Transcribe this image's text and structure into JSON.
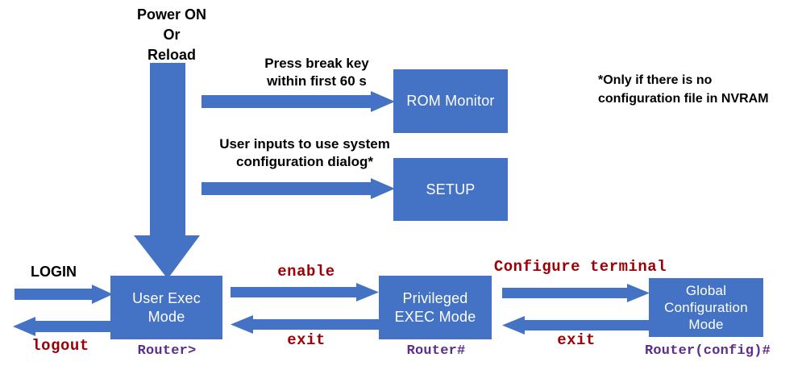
{
  "diagram": {
    "title": "Cisco Router CLI Modes Flow Diagram",
    "colors": {
      "process_blue": "#4472C4",
      "command_red": "#9C0006",
      "prompt_purple": "#5B2D8E",
      "annotation_black": "#000000",
      "background": "#FFFFFF"
    },
    "boxes": [
      {
        "id": "rom-monitor",
        "label": "ROM Monitor"
      },
      {
        "id": "setup",
        "label": "SETUP"
      },
      {
        "id": "user-exec-mode",
        "label": "User Exec\nMode"
      },
      {
        "id": "privileged-exec-mode",
        "label": "Privileged\nEXEC Mode"
      },
      {
        "id": "global-config-mode",
        "label": "Global\nConfiguration\nMode"
      }
    ],
    "annotations": [
      {
        "id": "power-on-or-reload",
        "text": "Power ON\nOr\nReload"
      },
      {
        "id": "press-break-key",
        "text": "Press break key\nwithin first 60 s"
      },
      {
        "id": "user-inputs",
        "text": "User inputs to use system\nconfiguration dialog*"
      },
      {
        "id": "nvram-note",
        "text": "*Only if there is no\nconfiguration file in NVRAM"
      },
      {
        "id": "login",
        "text": "LOGIN"
      }
    ],
    "commands": [
      {
        "id": "enable",
        "text": "enable"
      },
      {
        "id": "exit-to-user-exec",
        "text": "exit"
      },
      {
        "id": "configure-terminal",
        "text": "Configure terminal"
      },
      {
        "id": "exit-to-privileged",
        "text": "exit"
      },
      {
        "id": "logout",
        "text": "logout"
      }
    ],
    "prompts": [
      {
        "id": "user-exec-prompt",
        "text": "Router>"
      },
      {
        "id": "privileged-prompt",
        "text": "Router#"
      },
      {
        "id": "global-config-prompt",
        "text": "Router(config)#"
      }
    ],
    "arrows": [
      {
        "id": "boot-down-arrow",
        "direction": "down",
        "from": "power-on-or-reload",
        "to": "user-exec-mode"
      },
      {
        "id": "rom-monitor-arrow",
        "direction": "right",
        "from": "boot",
        "to": "rom-monitor"
      },
      {
        "id": "setup-arrow",
        "direction": "right",
        "from": "boot",
        "to": "setup"
      },
      {
        "id": "login-arrow",
        "direction": "right",
        "from": "login",
        "to": "user-exec-mode"
      },
      {
        "id": "logout-arrow",
        "direction": "left",
        "from": "user-exec-mode",
        "to": "logout"
      },
      {
        "id": "enable-arrow",
        "direction": "right",
        "from": "user-exec-mode",
        "to": "privileged-exec-mode"
      },
      {
        "id": "exit-arrow-1",
        "direction": "left",
        "from": "privileged-exec-mode",
        "to": "user-exec-mode"
      },
      {
        "id": "configure-terminal-arrow",
        "direction": "right",
        "from": "privileged-exec-mode",
        "to": "global-config-mode"
      },
      {
        "id": "exit-arrow-2",
        "direction": "left",
        "from": "global-config-mode",
        "to": "privileged-exec-mode"
      }
    ]
  }
}
